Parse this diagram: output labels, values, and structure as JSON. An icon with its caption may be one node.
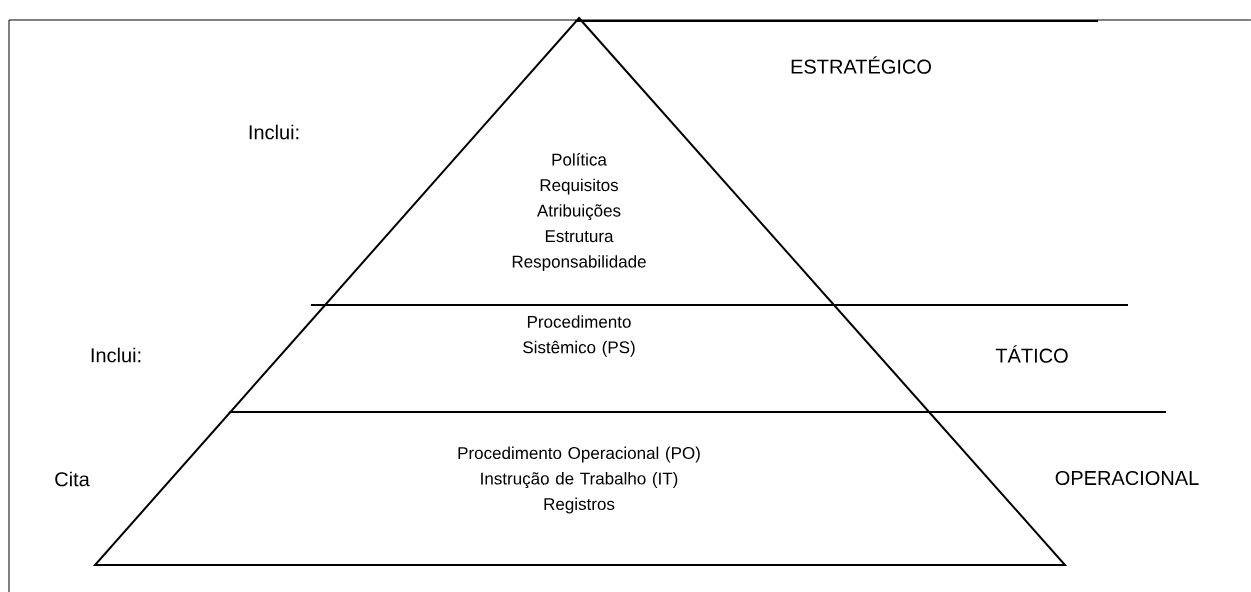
{
  "diagram": {
    "nodes": [
      {
        "text": [
          "Política",
          "Requisitos",
          "Atribuições",
          "Estrutura",
          "Responsabilidade"
        ]
      },
      {
        "text": [
          "Procedimento Sistêmico (PS)"
        ]
      },
      {
        "text": [
          "Procedimento Operacional (PO)",
          "Instrução de Trabalho (IT)",
          "Registros"
        ]
      }
    ],
    "labels": [
      "ESTRATÉGICO",
      "Inclui:",
      "Inclui:",
      "TÁTICO",
      "Cita",
      "OPERACIONAL"
    ]
  }
}
